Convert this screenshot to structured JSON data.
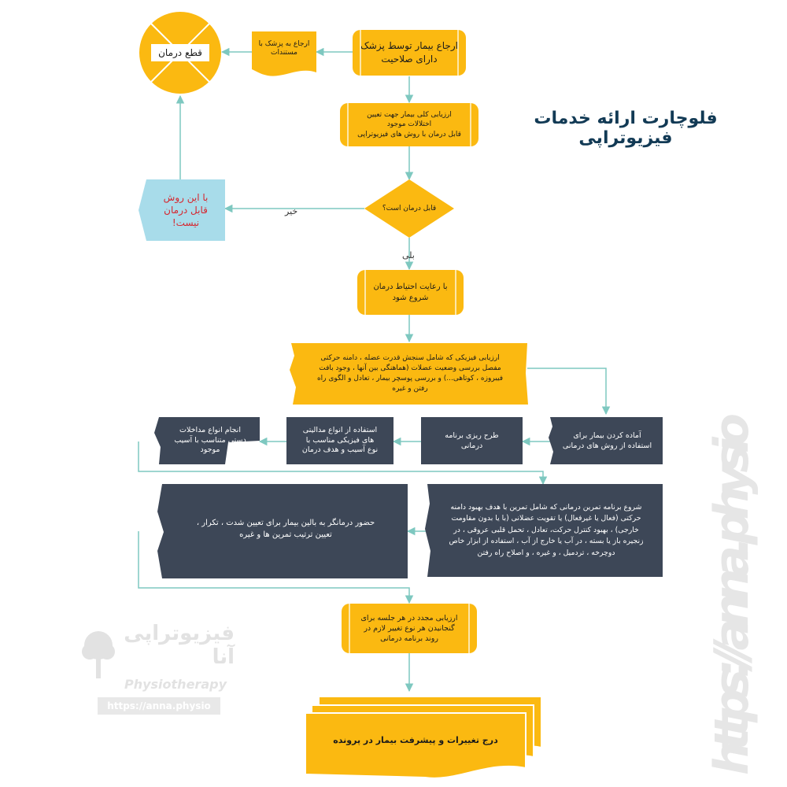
{
  "title": "فلوچارت ارائه خدمات فیزیوتراپی",
  "colors": {
    "accent_yellow": "#fbb911",
    "dark_box": "#3d4757",
    "info_box": "#a8dcea",
    "arrow": "#7ec8c0",
    "title": "#123a55",
    "warning_text": "#d6262e"
  },
  "nodes": {
    "stop": "قطع درمان",
    "refer_doc": "ارجاع به پزشک با\nمستندات",
    "referral": "ارجاع بیمار توسط پزشک\nدارای صلاحیت",
    "general_eval": "ارزیابی کلی بیمار جهت تعیین\nاختلالات موجود\nقابل درمان با روش های فیزیوتراپی",
    "decision": "قابل درمان است؟",
    "not_treatable": "با این روش\nقابل درمان\nنیست!",
    "start_care": "با رعایت احتیاط درمان\nشروع شود",
    "physical_eval": "ارزیابی فیزیکی که شامل سنجش قدرت عضله ، دامنه حرکتی\nمفصل بررسی وضعیت عضلات (هماهنگی بین آنها ، وجود بافت\nفیبروزه ، کوتاهی...) و بررسی پوسچر بیمار ، تعادل و الگوی راه\nرفتن و غیره",
    "prepare": "آماده کردن بیمار برای\nاستفاده از روش های درمانی",
    "plan": "طرح ریزی برنامه\nدرمانی",
    "modalities": "استفاده از انواع مدالیتی\nهای فیزیکی مناسب با\nنوع آسیب و هدف درمان",
    "manual": "انجام انواع مداخلات\nدستی متناسب با آسیب\nموجود",
    "exercise": "شروع برنامه تمرین درمانی که شامل تمرین با هدف بهبود دامنه\nحرکتی (فعال یا غیرفعال) یا تقویت عضلانی (با یا بدون مقاومت\nخارجی) ، بهبود کنترل حرکت، تعادل ، تحمل قلبی عروقی ، در\nزنجیره باز یا بسته ، در آب یا خارج از آب ، استفاده از ابزار خاص\nدوچرخه ، تردمیل ، و غیره ، و اصلاح راه رفتن",
    "presence": "حضور درمانگر به بالین بیمار برای تعیین شدت ، تکرار ،\nتعیین ترتیب تمرین ها و غیره",
    "reassess": "ارزیابی مجدد در هر جلسه برای\nگنجانیدن هر نوع تغییر لازم در\nروند برنامه درمانی",
    "record": "درج تغییرات و پیشرفت بیمار در پرونده"
  },
  "edges": {
    "no": "خیر",
    "yes": "بلی"
  },
  "watermark": {
    "url_vertical": "https://anna.physio",
    "logo_name": "فیزیوتراپی آنا",
    "logo_sub": "Physiotherapy",
    "logo_url": "https://anna.physio"
  }
}
